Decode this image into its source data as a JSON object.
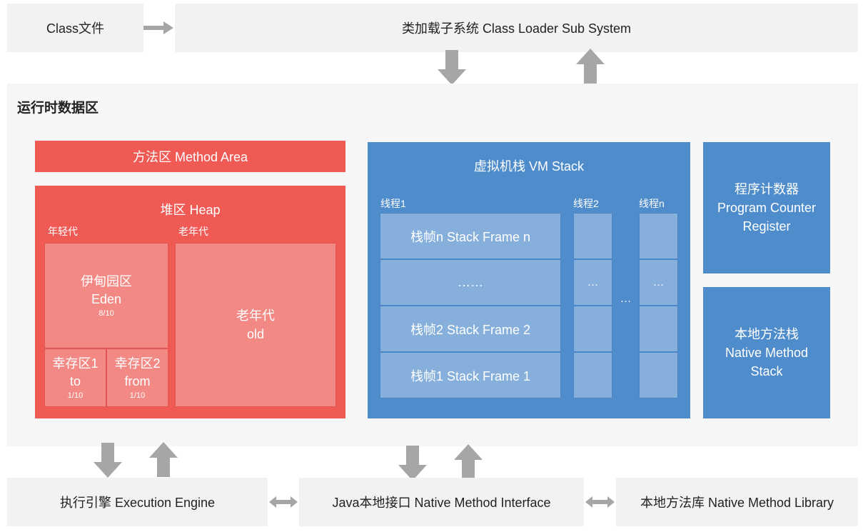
{
  "top": {
    "class_file": "Class文件",
    "class_loader": "类加载子系统 Class Loader Sub System"
  },
  "runtime": {
    "title": "运行时数据区",
    "method_area": "方法区 Method Area",
    "heap": {
      "title": "堆区 Heap",
      "young_label": "年轻代",
      "old_label": "老年代",
      "eden": {
        "line1": "伊甸园区",
        "line2": "Eden",
        "ratio": "8/10"
      },
      "survivor_to": {
        "line1": "幸存区1",
        "line2": "to",
        "ratio": "1/10"
      },
      "survivor_from": {
        "line1": "幸存区2",
        "line2": "from",
        "ratio": "1/10"
      },
      "old": {
        "line1": "老年代",
        "line2": "old"
      }
    },
    "vm_stack": {
      "title": "虚拟机栈 VM Stack",
      "thread1_label": "线程1",
      "thread2_label": "线程2",
      "threadn_label": "线程n",
      "frames": [
        "栈帧n Stack Frame n",
        "……",
        "栈帧2 Stack Frame 2",
        "栈帧1 Stack Frame 1"
      ],
      "ellipsis_small": "…",
      "ellipsis_between": "…"
    },
    "pc_register": {
      "line1": "程序计数器",
      "line2": "Program Counter",
      "line3": "Register"
    },
    "native_stack": {
      "line1": "本地方法栈",
      "line2": "Native Method",
      "line3": "Stack"
    }
  },
  "bottom": {
    "execution_engine": "执行引擎 Execution Engine",
    "native_interface": "Java本地接口 Native Method Interface",
    "native_library": "本地方法库 Native Method Library"
  },
  "colors": {
    "red_dark": "#ef5a55",
    "red_light": "#f28985",
    "blue": "#4f8ccc",
    "blue_light": "#86afdb",
    "gray": "#f2f2f2",
    "arrow": "#a6a6a6"
  }
}
